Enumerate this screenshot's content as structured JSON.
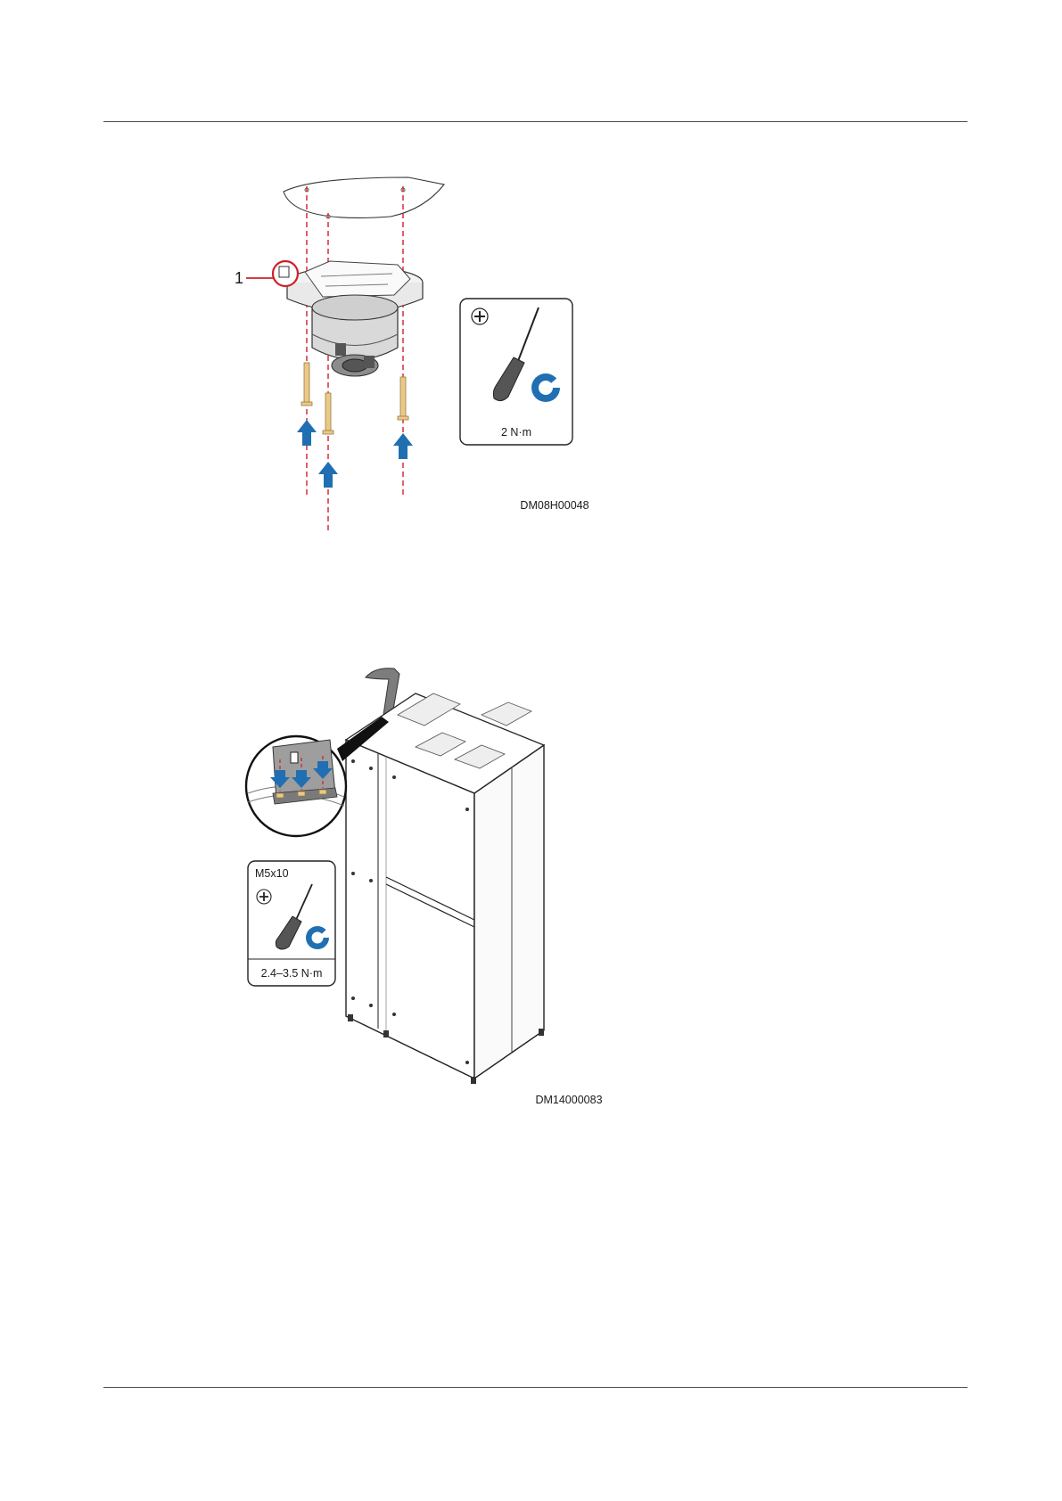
{
  "figures": [
    {
      "id": "DM08H00048",
      "callout": "1",
      "torque": "2 N·m",
      "icons": [
        "phillips-screwdriver-icon",
        "phillips-head-icon",
        "clockwise-rotate-icon",
        "up-arrow-icon"
      ]
    },
    {
      "id": "DM14000083",
      "screw_spec": "M5x10",
      "torque": "2.4–3.5 N·m",
      "icons": [
        "phillips-screwdriver-icon",
        "phillips-head-icon",
        "clockwise-rotate-icon",
        "down-arrow-icon"
      ]
    }
  ],
  "colors": {
    "arrow_blue": "#1f6fb2",
    "screw_gold": "#e9c98a",
    "callout_red": "#d0202a",
    "line": "#2a2a2a"
  }
}
